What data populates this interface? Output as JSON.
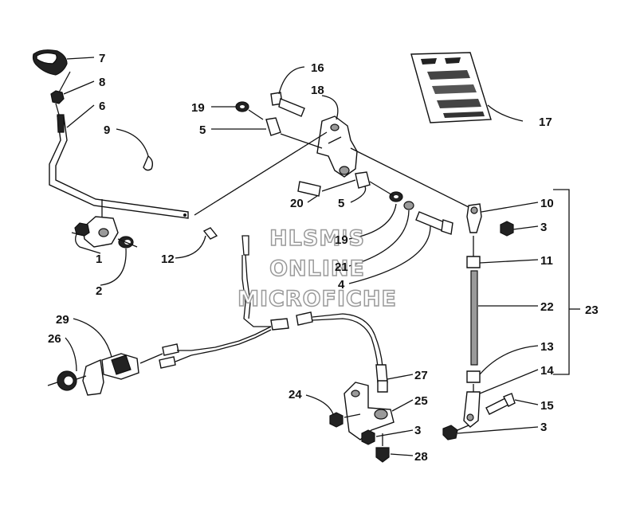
{
  "diagram": {
    "watermark": [
      "HLSM'S",
      "ONLINE",
      "MICROFICHE"
    ],
    "callouts": [
      "1",
      "2",
      "3",
      "3",
      "3",
      "4",
      "5",
      "5",
      "6",
      "7",
      "8",
      "9",
      "10",
      "11",
      "12",
      "13",
      "14",
      "15",
      "16",
      "17",
      "18",
      "19",
      "19",
      "20",
      "21",
      "22",
      "23",
      "24",
      "25",
      "26",
      "27",
      "28",
      "29"
    ]
  },
  "colors": {
    "ink": "#111111",
    "watermark_stroke": "#9a9a9a",
    "background": "#ffffff"
  }
}
